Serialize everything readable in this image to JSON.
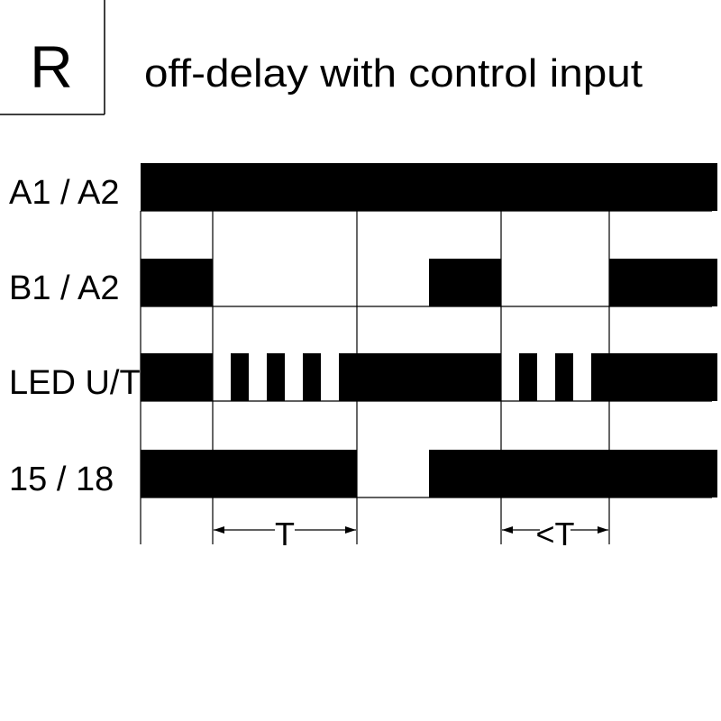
{
  "mode_letter": "R",
  "title": "off-delay with control input",
  "signals": [
    {
      "label": "A1 / A2",
      "segments": [
        [
          0,
          8
        ]
      ]
    },
    {
      "label": "B1 / A2",
      "segments": [
        [
          0,
          1
        ],
        [
          4,
          5
        ],
        [
          6.5,
          8
        ]
      ]
    },
    {
      "label": "LED U/T",
      "segments": [
        [
          0,
          1
        ],
        [
          1.25,
          1.5
        ],
        [
          1.75,
          2
        ],
        [
          2.25,
          2.5
        ],
        [
          2.75,
          5
        ],
        [
          5.25,
          5.5
        ],
        [
          5.75,
          6
        ],
        [
          6.25,
          8
        ]
      ]
    },
    {
      "label": "15 / 18",
      "segments": [
        [
          0,
          3
        ],
        [
          4,
          8
        ]
      ]
    }
  ],
  "time_markers": [
    0,
    1,
    3,
    5,
    6.5
  ],
  "intervals": [
    {
      "label": "T",
      "from": 1,
      "to": 3
    },
    {
      "label": "<T",
      "from": 5,
      "to": 6.5
    }
  ],
  "colors": {
    "ink": "#000000",
    "background": "#ffffff"
  }
}
